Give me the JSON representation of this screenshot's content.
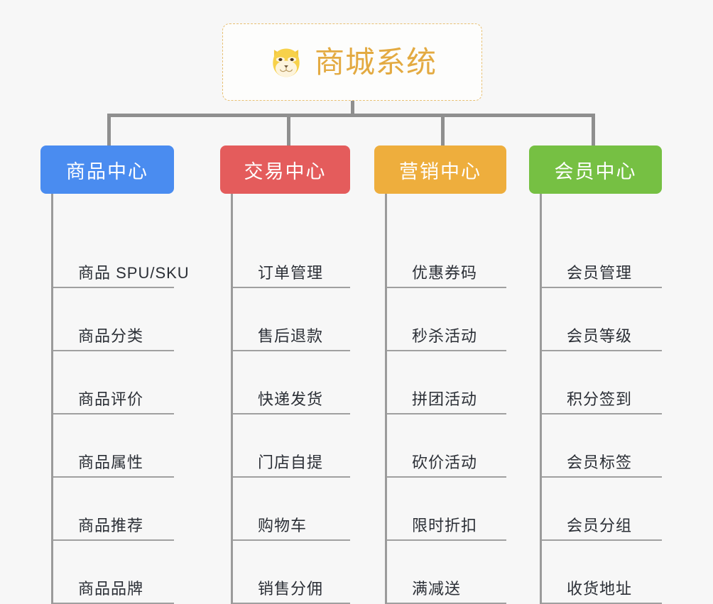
{
  "root": {
    "title": "商城系统",
    "icon": "shiba-dog-face-icon",
    "border_color": "#e8c073",
    "title_color": "#e3aa41",
    "background": "#fdfdfc"
  },
  "canvas": {
    "background": "#f7f7f7",
    "connector_color": "#8f8f8f",
    "leaf_line_color": "#a0a0a0",
    "trunk_color": "#9b9b9b"
  },
  "columns": [
    {
      "label": "商品中心",
      "color": "#4a8cf0",
      "items": [
        "商品 SPU/SKU",
        "商品分类",
        "商品评价",
        "商品属性",
        "商品推荐",
        "商品品牌"
      ]
    },
    {
      "label": "交易中心",
      "color": "#e45c5c",
      "items": [
        "订单管理",
        "售后退款",
        "快递发货",
        "门店自提",
        "购物车",
        "销售分佣"
      ]
    },
    {
      "label": "营销中心",
      "color": "#eeae3d",
      "items": [
        "优惠券码",
        "秒杀活动",
        "拼团活动",
        "砍价活动",
        "限时折扣",
        "满减送"
      ]
    },
    {
      "label": "会员中心",
      "color": "#76c043",
      "items": [
        "会员管理",
        "会员等级",
        "积分签到",
        "会员标签",
        "会员分组",
        "收货地址"
      ]
    }
  ]
}
